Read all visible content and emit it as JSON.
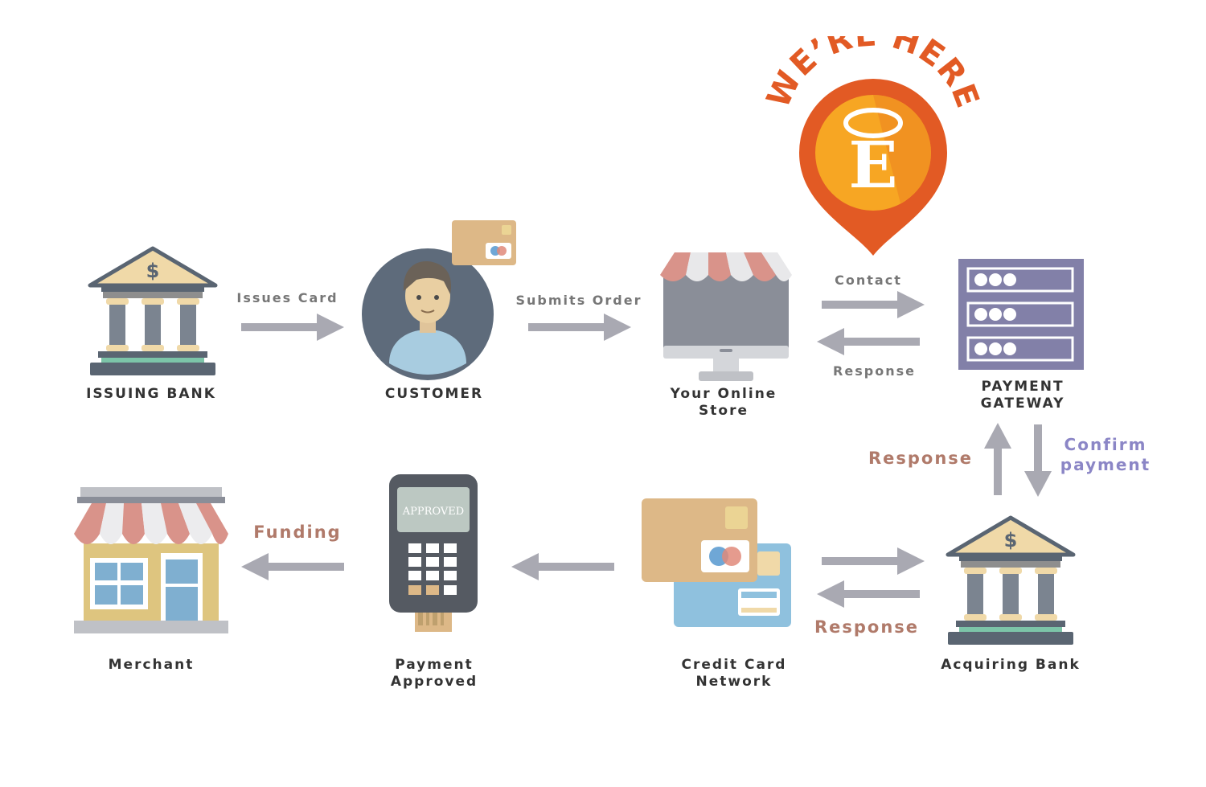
{
  "badge": {
    "text": "WE’RE HERE",
    "letter": "E"
  },
  "nodes": {
    "issuing_bank": "ISSUING BANK",
    "customer": "CUSTOMER",
    "online_store_line1": "Your Online",
    "online_store_line2": "Store",
    "payment_gateway_line1": "PAYMENT",
    "payment_gateway_line2": "GATEWAY",
    "merchant": "Merchant",
    "payment_approved_line1": "Payment",
    "payment_approved_line2": "Approved",
    "credit_card_network_line1": "Credit Card",
    "credit_card_network_line2": "Network",
    "acquiring_bank": "Acquiring Bank"
  },
  "flows": {
    "issues_card": "Issues Card",
    "submits_order": "Submits Order",
    "contact": "Contact",
    "response_top": "Response",
    "response_vertical": "Response",
    "confirm_line1": "Confirm",
    "confirm_line2": "payment",
    "funding": "Funding",
    "response_bottom": "Response"
  },
  "terminal": {
    "screen_text": "APPROVED"
  },
  "bank_symbol": "$",
  "colors": {
    "arrow": "#A9A9B2",
    "accent_text": "#B07A6A",
    "confirm_text": "#8B86C6",
    "pin_outer": "#E25A24",
    "pin_inner": "#F7A623",
    "bank_roof": "#F0D9A8",
    "gateway": "#8280A8"
  }
}
